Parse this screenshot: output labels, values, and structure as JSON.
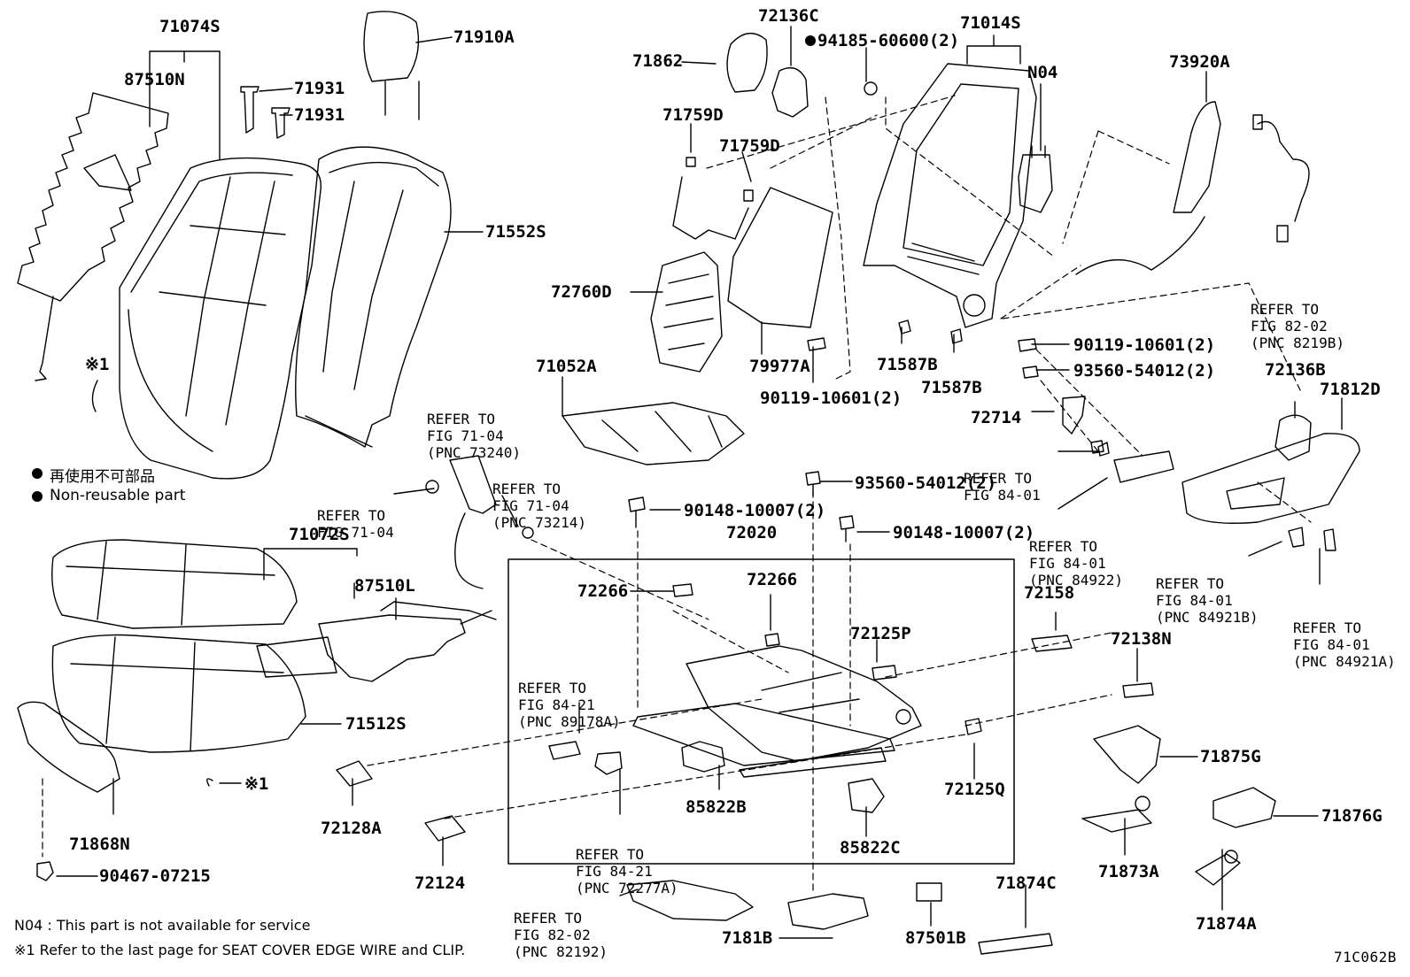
{
  "parts": {
    "p71074S": "71074S",
    "p87510N": "87510N",
    "p71931a": "71931",
    "p71931b": "71931",
    "p71910A": "71910A",
    "p71552S": "71552S",
    "p72136C": "72136C",
    "p94185": "94185-60600(2)",
    "p71862": "71862",
    "p71759Da": "71759D",
    "p71759Db": "71759D",
    "p71014S": "71014S",
    "pN04": "N04",
    "p73920A": "73920A",
    "p72760D": "72760D",
    "p79977A": "79977A",
    "p90119a": "90119-10601(2)",
    "p71587Ba": "71587B",
    "p71587Bb": "71587B",
    "p90119b": "90119-10601(2)",
    "p93560a": "93560-54012(2)",
    "p72136B": "72136B",
    "p71812D": "71812D",
    "p72714": "72714",
    "p71052A": "71052A",
    "p93560b": "93560-54012(2)",
    "p90148a": "90148-10007(2)",
    "p90148b": "90148-10007(2)",
    "p71072S": "71072S",
    "p72020": "72020",
    "p87510L": "87510L",
    "p72266a": "72266",
    "p72266b": "72266",
    "p72158": "72158",
    "p72125P": "72125P",
    "p72138N": "72138N",
    "p71512S": "71512S",
    "p71875G": "71875G",
    "p72125Q": "72125Q",
    "p85822B": "85822B",
    "p72128A": "72128A",
    "p71876G": "71876G",
    "p71868N": "71868N",
    "p72124": "72124",
    "p85822C": "85822C",
    "p71873A": "71873A",
    "p90467": "90467-07215",
    "p71874C": "71874C",
    "p71874A": "71874A",
    "p7181B": "7181B",
    "p87501B": "87501B",
    "x1a": "※1",
    "x1b": "※1"
  },
  "refs": {
    "r82_02_8219B": [
      "REFER TO",
      "FIG 82-02",
      "(PNC 8219B)"
    ],
    "r71_04_73240": [
      "REFER TO",
      "FIG 71-04",
      "(PNC 73240)"
    ],
    "r71_04_73214": [
      "REFER TO",
      "FIG 71-04",
      "(PNC 73214)"
    ],
    "r71_04": [
      "REFER TO",
      "FIG 71-04"
    ],
    "r84_01": [
      "REFER TO",
      "FIG 84-01"
    ],
    "r84_01_84922": [
      "REFER TO",
      "FIG 84-01",
      "(PNC 84922)"
    ],
    "r84_01_84921B": [
      "REFER TO",
      "FIG 84-01",
      "(PNC 84921B)"
    ],
    "r84_01_84921A": [
      "REFER TO",
      "FIG 84-01",
      "(PNC 84921A)"
    ],
    "r84_21_89178A": [
      "REFER TO",
      "FIG 84-21",
      "(PNC 89178A)"
    ],
    "r84_21_72277A": [
      "REFER TO",
      "FIG 84-21",
      "(PNC 72277A)"
    ],
    "r82_02_82192": [
      "REFER TO",
      "FIG 82-02",
      "(PNC 82192)"
    ]
  },
  "legend": {
    "jp": "再使用不可部品",
    "en": "Non-reusable part"
  },
  "notes": {
    "n04": "N04 : This part is not available for service",
    "x1": "※1 Refer to the last page for SEAT COVER EDGE WIRE and CLIP."
  },
  "figure_code": "71C062B"
}
